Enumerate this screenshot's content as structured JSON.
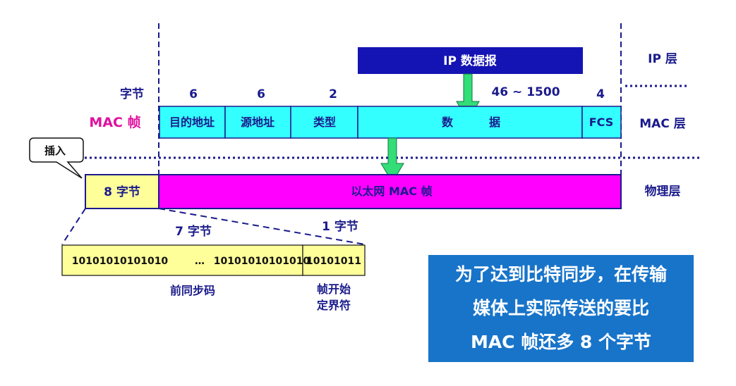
{
  "diagram": {
    "ip_datagram": "IP 数据报",
    "layers": {
      "ip": "IP 层",
      "mac": "MAC 层",
      "phy": "物理层"
    },
    "byte_label": "字节",
    "mac_frame_label": "MAC 帧",
    "byte_counts": {
      "dst": "6",
      "src": "6",
      "type": "2",
      "data": "46 ~ 1500",
      "fcs": "4"
    },
    "fields": {
      "dst": "目的地址",
      "src": "源地址",
      "type": "类型",
      "data_left": "数",
      "data_right": "据",
      "fcs": "FCS"
    },
    "insert_callout": "插入",
    "preamble_block": "8 字节",
    "ethernet_frame": "以太网 MAC 帧",
    "preamble_bytes": "7 字节",
    "sfd_bytes": "1 字节",
    "preamble_bits_left": "10101010101010",
    "ellipsis": "…",
    "preamble_bits_right": "10101010101010",
    "sfd_bits": "10101011",
    "preamble_name": "前同步码",
    "sfd_name_line1": "帧开始",
    "sfd_name_line2": "定界符",
    "colors": {
      "navy": "#1a1a8c",
      "ip_box": "#1414b4",
      "cyan": "#33ffff",
      "magenta": "#ff00ff",
      "yellow": "#ffff99",
      "arrow": "#33dd77",
      "mac_frame_text": "#e0119e",
      "callout_bg": "#1874c9"
    }
  },
  "callout": {
    "line1": "为了达到比特同步，在传输",
    "line2": "媒体上实际传送的要比",
    "line3": "MAC 帧还多 8 个字节"
  }
}
